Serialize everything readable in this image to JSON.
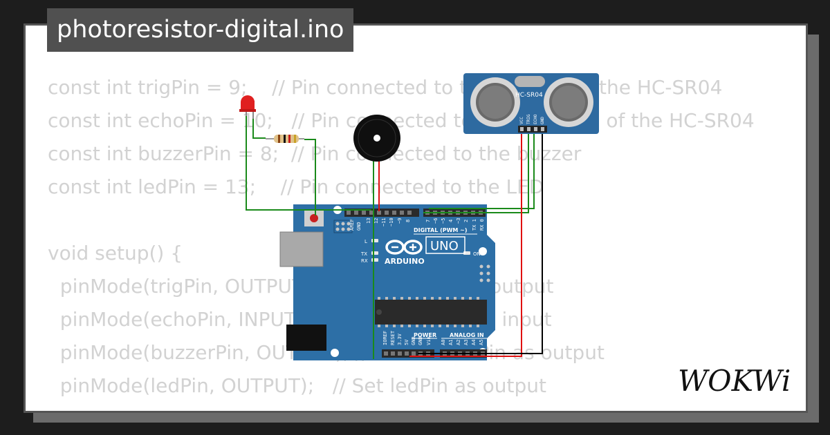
{
  "project": {
    "filename": "photoresistor-digital.ino"
  },
  "code_lines": [
    "const int trigPin = 9;    // Pin connected to the Trig pin of the HC-SR04",
    "const int echoPin = 10;   // Pin connected to the Echo pin of the HC-SR04",
    "const int buzzerPin = 8;  // Pin connected to the buzzer",
    "const int ledPin = 13;    // Pin connected to the LED",
    "",
    "void setup() {",
    "  pinMode(trigPin, OUTPUT);   // Set trigPin as output",
    "  pinMode(echoPin, INPUT);    // Set echoPin as input",
    "  pinMode(buzzerPin, OUTPUT); // Set buzzerPin as output",
    "  pinMode(ledPin, OUTPUT);   // Set ledPin as output",
    "}"
  ],
  "components": {
    "sensor_label": "HC-SR04",
    "sensor_pins": [
      "VCC",
      "TRIG",
      "ECHO",
      "GND"
    ],
    "board_brand": "ARDUINO",
    "board_model": "UNO",
    "digital_header_label": "DIGITAL (PWM ~)",
    "power_label": "POWER",
    "analog_label": "ANALOG IN",
    "digital_pins": [
      "AREF",
      "GND",
      "13",
      "12",
      "~11",
      "~10",
      "~9",
      "8",
      "7",
      "~6",
      "~5",
      "4",
      "~3",
      "2",
      "TX 1",
      "RX 0"
    ],
    "bottom_pins": [
      "IOREF",
      "RESET",
      "3.3V",
      "5V",
      "GND",
      "GND",
      "Vin",
      "A0",
      "A1",
      "A2",
      "A3",
      "A4",
      "A5"
    ],
    "led_labels": [
      "L",
      "TX",
      "RX"
    ],
    "on_label": "ON"
  },
  "brand": {
    "logo_text": "WOKWi"
  },
  "colors": {
    "background": "#1d1d1d",
    "board": "#2d6fa6",
    "sensor": "#2e6aa0",
    "wire_green": "#1a8a1a",
    "wire_red": "#e01010",
    "wire_black": "#000000",
    "code_text": "#d2d2d2"
  }
}
